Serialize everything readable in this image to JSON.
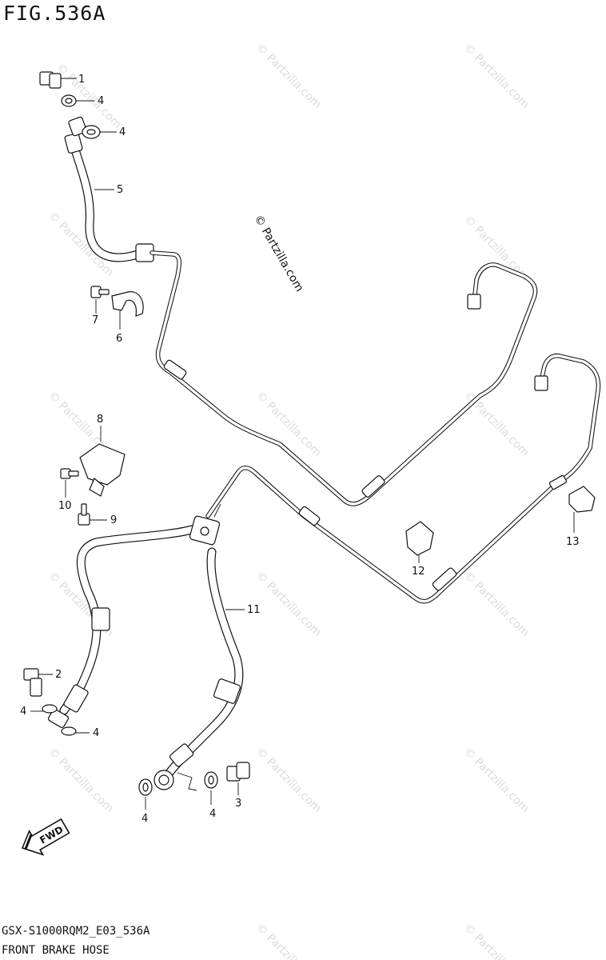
{
  "figure": {
    "title": "FIG.536A",
    "model_code": "GSX-S1000RQM2_E03_536A",
    "name": "FRONT BRAKE HOSE"
  },
  "watermark": {
    "main": "© Partzilla.com",
    "repeat": "© Partzilla.com"
  },
  "direction_badge": "FWD",
  "callouts": [
    {
      "id": "c1a",
      "label": "1"
    },
    {
      "id": "c4a",
      "label": "4"
    },
    {
      "id": "c4b",
      "label": "4"
    },
    {
      "id": "c5",
      "label": "5"
    },
    {
      "id": "c7",
      "label": "7"
    },
    {
      "id": "c6",
      "label": "6"
    },
    {
      "id": "c8",
      "label": "8"
    },
    {
      "id": "c10",
      "label": "10"
    },
    {
      "id": "c9",
      "label": "9"
    },
    {
      "id": "c11",
      "label": "11"
    },
    {
      "id": "c12",
      "label": "12"
    },
    {
      "id": "c13",
      "label": "13"
    },
    {
      "id": "c2",
      "label": "2"
    },
    {
      "id": "c4c",
      "label": "4"
    },
    {
      "id": "c4d",
      "label": "4"
    },
    {
      "id": "c4e",
      "label": "4"
    },
    {
      "id": "c4f",
      "label": "4"
    },
    {
      "id": "c3",
      "label": "3"
    }
  ]
}
